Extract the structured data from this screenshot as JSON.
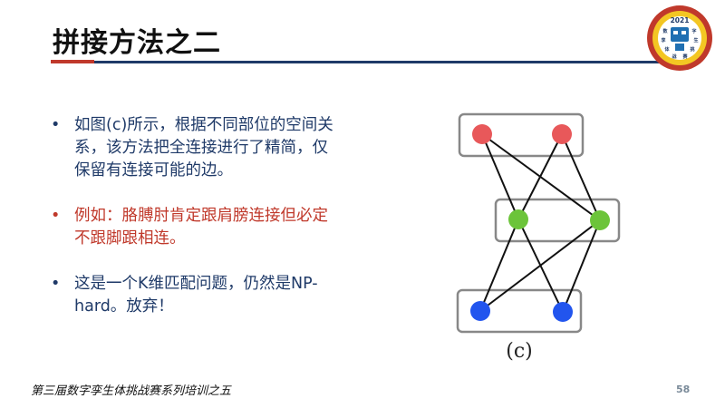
{
  "slide": {
    "title": "拼接方法之二",
    "footer": "第三届数字孪生体挑战赛系列培训之五",
    "page_number": "58",
    "logo": {
      "year": "2021",
      "chars": [
        "数",
        "字",
        "孪",
        "生",
        "体",
        "挑",
        "战",
        "赛"
      ]
    }
  },
  "bullets": [
    {
      "marker": "•",
      "text": "如图(c)所示，根据不同部位的空间关系，该方法把全连接进行了精简，仅保留有连接可能的边。"
    },
    {
      "marker": "•",
      "text": "例如：胳膊肘肯定跟肩膀连接但必定不跟脚跟相连。"
    },
    {
      "marker": "•",
      "text": "这是一个K维匹配问题，仍然是NP-hard。放弃！"
    }
  ],
  "diagram": {
    "caption": "(c)",
    "node_colors": {
      "top": "#e8585a",
      "middle": "#6cc43a",
      "bottom": "#2255ee"
    },
    "box_color": "#888888",
    "edge_color": "#111111"
  }
}
